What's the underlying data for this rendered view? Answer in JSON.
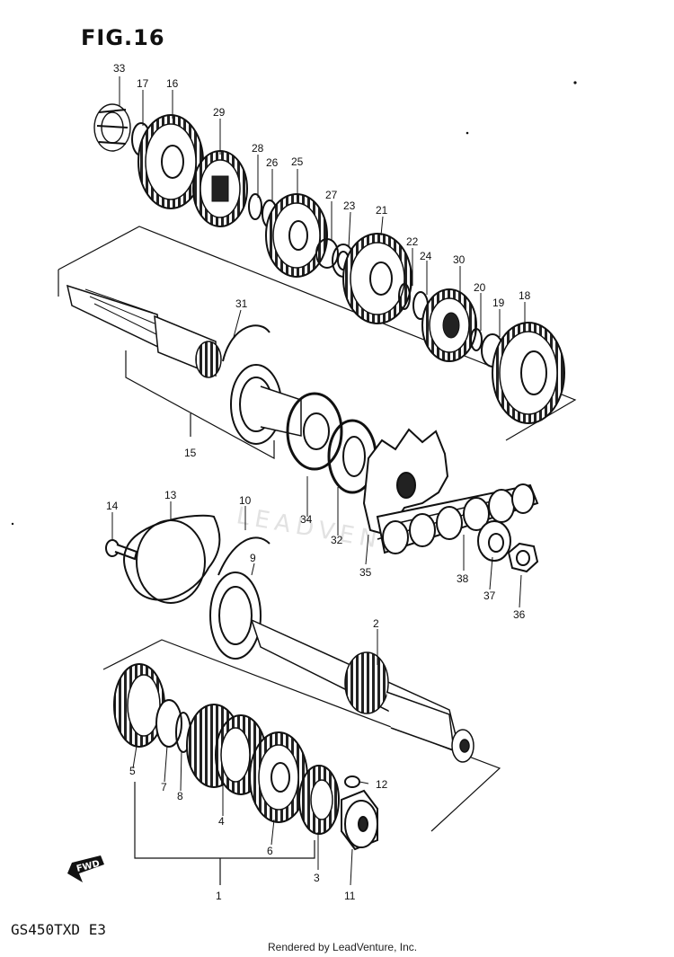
{
  "header": {
    "figure_title": "FIG.16"
  },
  "footer": {
    "model_code": "GS450TXD E3",
    "credit": "Rendered by LeadVenture, Inc."
  },
  "watermark": {
    "text": "LEADVENT"
  },
  "fwd_label": "FWD",
  "callouts": {
    "n1": "1",
    "n2": "2",
    "n3": "3",
    "n4": "4",
    "n5": "5",
    "n6": "6",
    "n7": "7",
    "n8": "8",
    "n9": "9",
    "n10": "10",
    "n11": "11",
    "n12": "12",
    "n13": "13",
    "n14": "14",
    "n15": "15",
    "n16": "16",
    "n17": "17",
    "n18": "18",
    "n19": "19",
    "n20": "20",
    "n21": "21",
    "n22": "22",
    "n23": "23",
    "n24": "24",
    "n25": "25",
    "n26": "26",
    "n27": "27",
    "n28": "28",
    "n29": "29",
    "n30": "30",
    "n31": "31",
    "n32": "32",
    "n33": "33",
    "n34": "34",
    "n35": "35",
    "n36": "36",
    "n37": "37",
    "n38": "38"
  }
}
